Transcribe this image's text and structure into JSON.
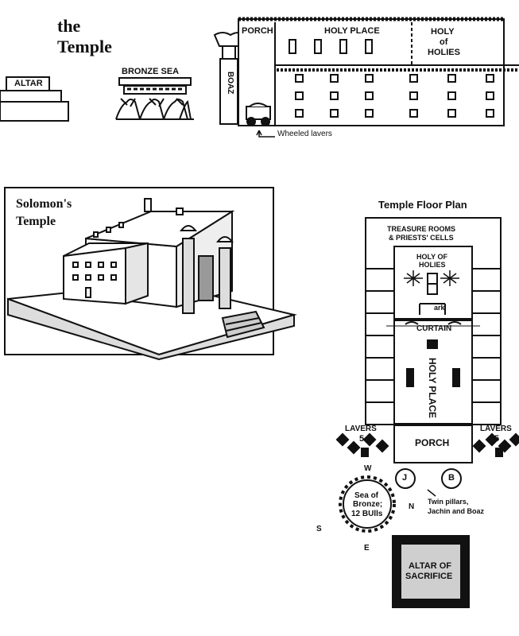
{
  "top": {
    "title_line1": "the",
    "title_line2": "Temple",
    "altar": "ALTAR",
    "bronze_sea": "BRONZE SEA",
    "boaz": "BOAZ",
    "porch": "PORCH",
    "holy_place": "HOLY PLACE",
    "holy_of_holies_1": "HOLY",
    "holy_of_holies_2": "of",
    "holy_of_holies_3": "HOLIES",
    "wheeled_lavers": "Wheeled lavers"
  },
  "perspective": {
    "title_line1": "Solomon's",
    "title_line2": "Temple"
  },
  "floor_plan": {
    "title": "Temple Floor Plan",
    "treasure_1": "TREASURE ROOMS",
    "treasure_2": "& PRIESTS' CELLS",
    "holy_of_holies_1": "HOLY OF",
    "holy_of_holies_2": "HOLIES",
    "ark": "ark",
    "curtain": "CURTAIN",
    "holy_place": "HOLY PLACE",
    "porch": "PORCH",
    "lavers_left": "LAVERS",
    "lavers_right": "LAVERS",
    "lavers_count_left": "5",
    "lavers_count_right": "5",
    "pillar_j": "J",
    "pillar_b": "B",
    "pillars_1": "Twin pillars,",
    "pillars_2": "Jachin and Boaz",
    "sea_1": "Sea of",
    "sea_2": "Bronze;",
    "sea_3": "12 BUlls",
    "compass_w": "W",
    "compass_n": "N",
    "compass_s": "S",
    "compass_e": "E",
    "altar_1": "ALTAR OF",
    "altar_2": "SACRIFICE"
  }
}
